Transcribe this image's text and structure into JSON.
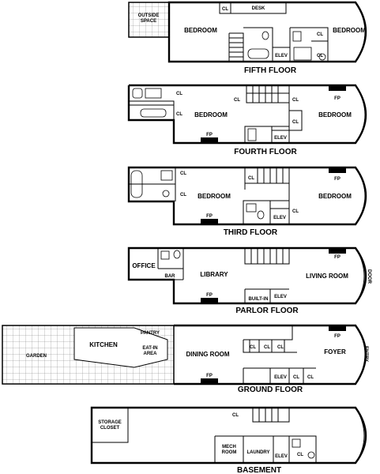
{
  "floors": {
    "fifth": {
      "title": "FIFTH FLOOR",
      "rooms": {
        "outside_space": "OUTSIDE\nSPACE",
        "bedroom_rear": "BEDROOM",
        "bedroom_front": "BEDROOM",
        "desk": "DESK",
        "cl_desk": "CL",
        "cl_bath_1": "CL",
        "cl_bath_2": "CL",
        "elev": "ELEV"
      }
    },
    "fourth": {
      "title": "FOURTH FLOOR",
      "rooms": {
        "bedroom_rear": "BEDROOM",
        "bedroom_front": "BEDROOM",
        "cl_rear_1": "CL",
        "cl_rear_2": "CL",
        "cl_stair_1": "CL",
        "cl_stair_2": "CL",
        "cl_stair_3": "CL",
        "elev": "ELEV",
        "fp_rear": "FP",
        "fp_front": "FP"
      }
    },
    "third": {
      "title": "THIRD FLOOR",
      "rooms": {
        "bedroom_rear": "BEDROOM",
        "bedroom_front": "BEDROOM",
        "cl_bath_1": "CL",
        "cl_bath_2": "CL",
        "cl_stair": "CL",
        "cl_elev": "CL",
        "elev": "ELEV",
        "fp_rear": "FP",
        "fp_front": "FP"
      }
    },
    "parlor": {
      "title": "PARLOR FLOOR",
      "rooms": {
        "office": "OFFICE",
        "bar": "BAR",
        "library": "LIBRARY",
        "living_room": "LIVING ROOM",
        "door": "DOOR",
        "built_in": "BUILT-IN",
        "elev": "ELEV",
        "fp_rear": "FP",
        "fp_front": "FP"
      }
    },
    "ground": {
      "title": "GROUND FLOOR",
      "rooms": {
        "garden": "GARDEN",
        "kitchen": "KITCHEN",
        "pantry": "PANTRY",
        "eat_in": "EAT-IN\nAREA",
        "dining_room": "DINING ROOM",
        "foyer": "FOYER",
        "entry": "ENTRY",
        "cl_1": "CL",
        "cl_2": "CL",
        "cl_3": "CL",
        "cl_4": "CL",
        "cl_5": "CL",
        "elev": "ELEV",
        "fp_rear": "FP",
        "fp_front": "FP"
      }
    },
    "basement": {
      "title": "BASEMENT",
      "rooms": {
        "storage_closet": "STORAGE\nCLOSET",
        "mech_room": "MECH\nROOM",
        "laundry": "LAUNDRY",
        "cl_top": "CL",
        "cl_bottom": "CL",
        "elev": "ELEV"
      }
    }
  }
}
